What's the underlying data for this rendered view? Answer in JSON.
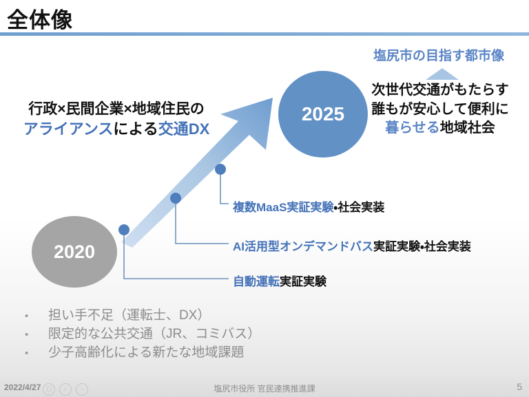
{
  "slide": {
    "title": "全体像",
    "accent_blue": "#4472b8",
    "circle_blue": "#6291c6",
    "circle_gray": "#a5a5a5",
    "rule_color": "#7fa9d4"
  },
  "alliance_heading": {
    "line1": "行政×民間企業×地域住民の",
    "line2_part1": "アライアンス",
    "line2_part2": "による",
    "line2_part3": "交通DX"
  },
  "vision": {
    "title": "塩尻市の目指す都市像",
    "arrow_icon": "triangle-up-icon",
    "line1": "次世代交通がもたらす",
    "line2": "誰もが安心して便利に",
    "line3_blue": "暮らせる",
    "line3_black": "地域社会"
  },
  "timeline": {
    "start_year": "2020",
    "end_year": "2025",
    "arrow_icon": "growth-arrow-icon",
    "milestones": [
      {
        "blue": "複数MaaS実証実験",
        "black": "・社会実装"
      },
      {
        "blue": "AI活用型オンデマンドバス",
        "black": "実証実験・社会実装"
      },
      {
        "blue": "自動運転",
        "black": "実証実験"
      }
    ]
  },
  "issues": {
    "bullet_glyph": "•",
    "items": [
      "担い手不足（運転士、DX）",
      "限定的な公共交通（JR、コミバス）",
      "少子高齢化による新たな地域課題"
    ]
  },
  "footer": {
    "date": "2022/4/27",
    "organization": "塩尻市役所 官民連携推進課",
    "page_number": "5",
    "player_icons": [
      "capture-icon",
      "zoom-in-icon",
      "zoom-out-icon"
    ]
  }
}
